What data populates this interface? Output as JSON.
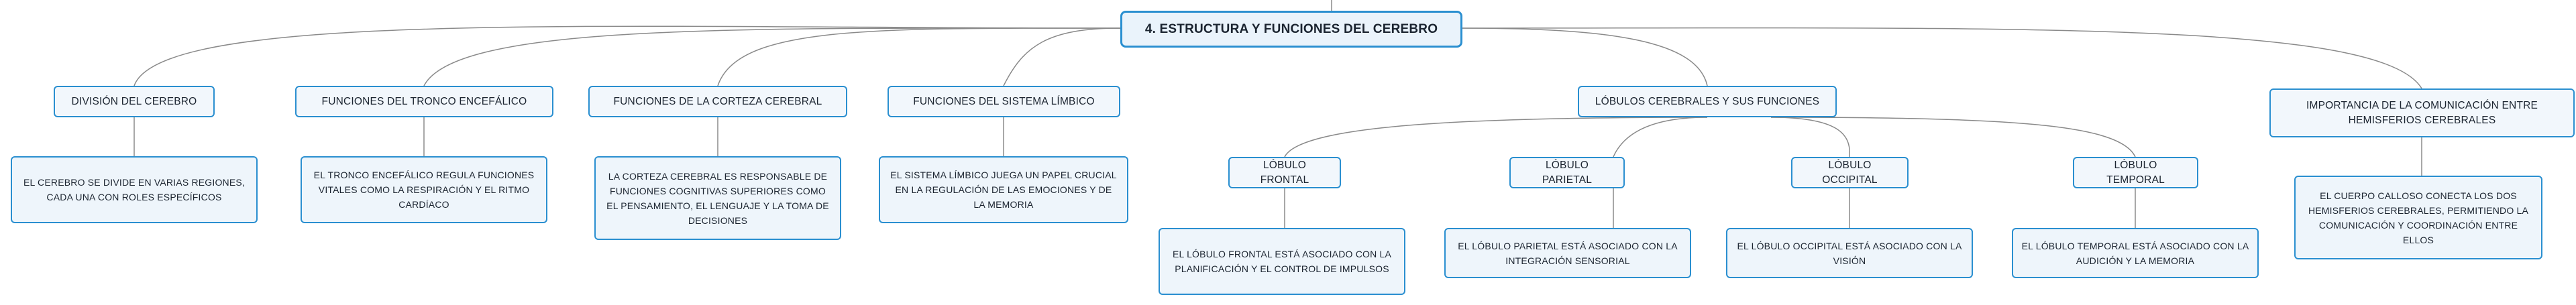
{
  "root": "4. ESTRUCTURA Y FUNCIONES DEL CEREBRO",
  "topics": {
    "division": {
      "label": "DIVISIÓN DEL CEREBRO",
      "detail": "EL CEREBRO SE DIVIDE EN VARIAS REGIONES, CADA UNA CON ROLES ESPECÍFICOS"
    },
    "tronco": {
      "label": "FUNCIONES DEL TRONCO ENCEFÁLICO",
      "detail": "EL TRONCO ENCEFÁLICO REGULA FUNCIONES VITALES COMO LA RESPIRACIÓN Y EL RITMO CARDÍACO"
    },
    "corteza": {
      "label": "FUNCIONES DE LA CORTEZA CEREBRAL",
      "detail": "LA CORTEZA CEREBRAL ES RESPONSABLE DE FUNCIONES COGNITIVAS SUPERIORES COMO EL PENSAMIENTO, EL LENGUAJE Y LA TOMA DE DECISIONES"
    },
    "limbico": {
      "label": "FUNCIONES DEL SISTEMA LÍMBICO",
      "detail": "EL SISTEMA LÍMBICO JUEGA UN PAPEL CRUCIAL EN LA REGULACIÓN DE LAS EMOCIONES Y DE LA MEMORIA"
    },
    "lobulos": {
      "label": "LÓBULOS CEREBRALES Y SUS FUNCIONES",
      "frontal": {
        "label": "LÓBULO FRONTAL",
        "detail": "EL LÓBULO FRONTAL ESTÁ ASOCIADO CON LA PLANIFICACIÓN Y EL CONTROL DE IMPULSOS"
      },
      "parietal": {
        "label": "LÓBULO PARIETAL",
        "detail": "EL LÓBULO PARIETAL ESTÁ ASOCIADO CON LA INTEGRACIÓN SENSORIAL"
      },
      "occipital": {
        "label": "LÓBULO OCCIPITAL",
        "detail": "EL LÓBULO OCCIPITAL ESTÁ ASOCIADO CON LA VISIÓN"
      },
      "temporal": {
        "label": "LÓBULO TEMPORAL",
        "detail": "EL LÓBULO TEMPORAL ESTÁ ASOCIADO CON LA AUDICIÓN Y LA MEMORIA"
      }
    },
    "comunicacion": {
      "label": "IMPORTANCIA DE LA COMUNICACIÓN ENTRE HEMISFERIOS CEREBRALES",
      "detail": "EL CUERPO CALLOSO CONECTA LOS DOS HEMISFERIOS CEREBRALES, PERMITIENDO LA COMUNICACIÓN Y COORDINACIÓN ENTRE ELLOS"
    }
  },
  "colors": {
    "border": "#2a8fd0",
    "fill": "#f2f7fc",
    "connector": "#8a8a8a"
  }
}
